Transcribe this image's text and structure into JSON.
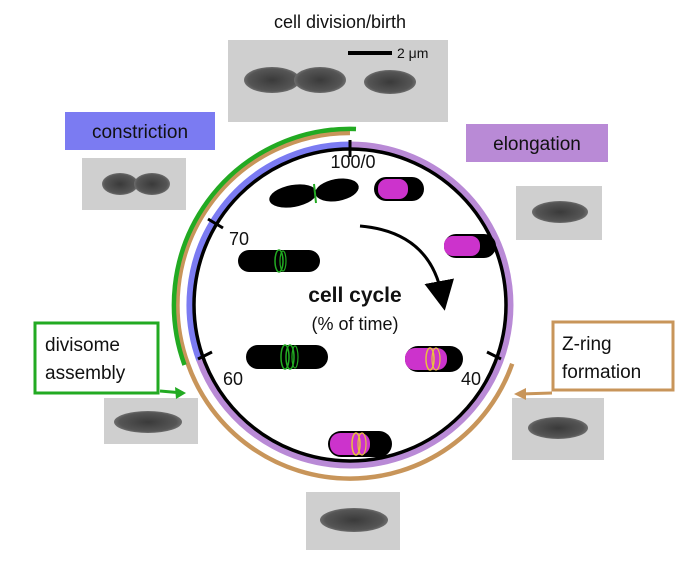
{
  "title": "cell division/birth",
  "scale_bar": "2 μm",
  "center": {
    "line1": "cell cycle",
    "line2": "(% of time)"
  },
  "phases": {
    "constriction": {
      "label": "constriction",
      "color": "#7b7bf2"
    },
    "elongation": {
      "label": "elongation",
      "color": "#b98ad6"
    },
    "divisome": {
      "label_line1": "divisome",
      "label_line2": "assembly",
      "color": "#22aa22"
    },
    "zring": {
      "label_line1": "Z-ring",
      "label_line2": "formation",
      "color": "#c8955a"
    }
  },
  "ticks": {
    "t0": "100/0",
    "t70": "70",
    "t60": "60",
    "t40": "40"
  },
  "colors": {
    "ring": "#000000",
    "magenta": "#cc33cc",
    "micrograph_bg": "#cfcfcf",
    "cell_dark": "#4a4a4a"
  }
}
